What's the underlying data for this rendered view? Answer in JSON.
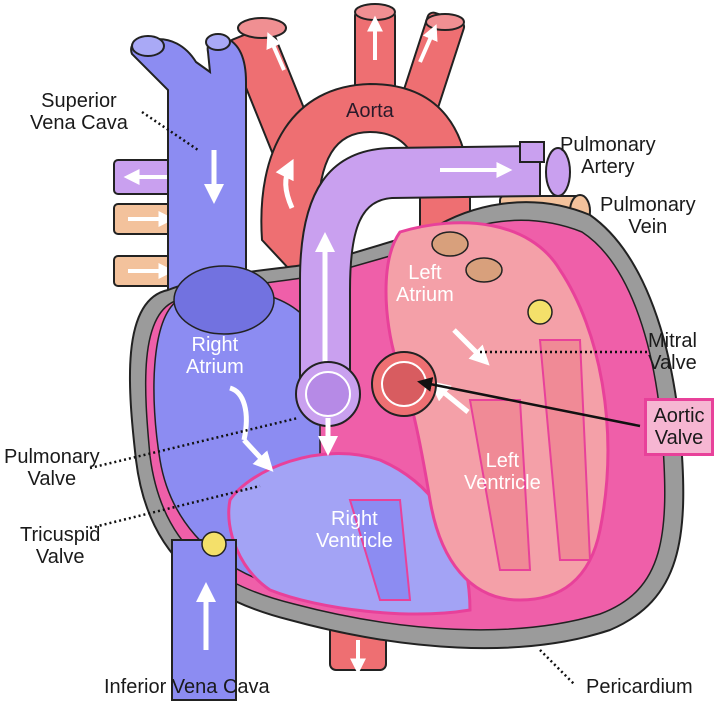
{
  "labels": {
    "superior_vena_cava": [
      "Superior",
      "Vena Cava"
    ],
    "aorta": "Aorta",
    "pulmonary_artery": [
      "Pulmonary",
      "Artery"
    ],
    "pulmonary_vein": [
      "Pulmonary",
      "Vein"
    ],
    "left_atrium": [
      "Left",
      "Atrium"
    ],
    "right_atrium": [
      "Right",
      "Atrium"
    ],
    "mitral_valve": [
      "Mitral",
      "Valve"
    ],
    "aortic_valve": [
      "Aortic",
      "Valve"
    ],
    "pulmonary_valve": [
      "Pulmonary",
      "Valve"
    ],
    "left_ventricle": [
      "Left",
      "Ventricle"
    ],
    "right_ventricle": [
      "Right",
      "Ventricle"
    ],
    "tricuspid_valve": [
      "Tricuspid",
      "Valve"
    ],
    "inferior_vena_cava": "Inferior Vena Cava",
    "pericardium": "Pericardium"
  },
  "colors": {
    "deoxygenated": "#8c8cf2",
    "oxygenated": "#ee6f72",
    "pulmonary_artery": "#c9a0ef",
    "pulmonary_vein": "#f3c29c",
    "myocardium": "#ef5fa9",
    "pericardium": "#9b9b9b",
    "highlight_fill": "#f6b6d2",
    "highlight_border": "#e8419a"
  }
}
